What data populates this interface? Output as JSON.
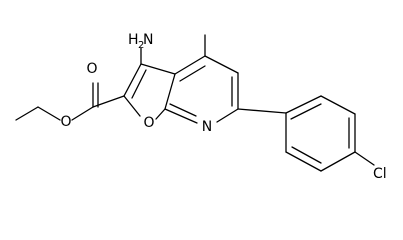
{
  "molecule": {
    "atoms": {
      "amine_N": "N",
      "amine_H": "H",
      "amine_H_count": "2",
      "ester_carbonyl_O": "O",
      "ester_ether_O": "O",
      "furan_O": "O",
      "pyridine_N": "N",
      "chlorine": "Cl"
    }
  },
  "colors": {
    "bond": "#000000",
    "text": "#000000",
    "background": "#ffffff"
  }
}
